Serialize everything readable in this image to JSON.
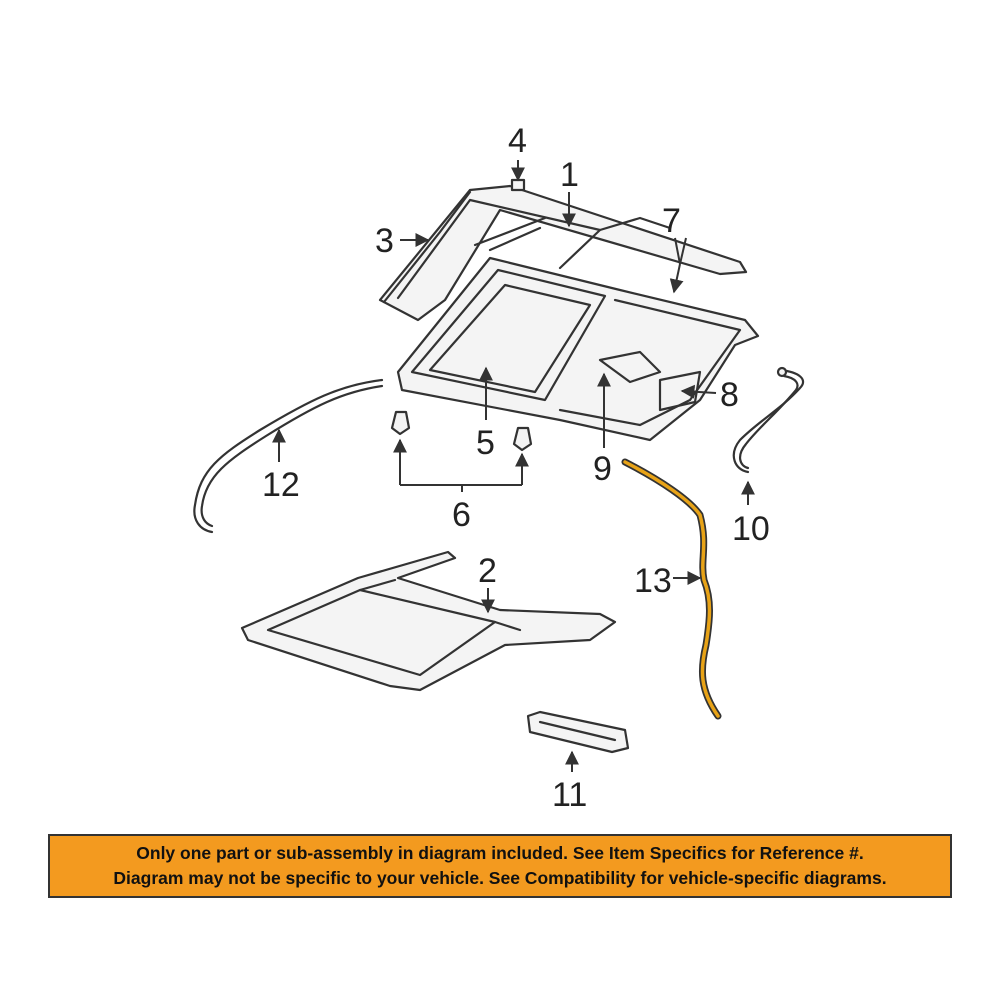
{
  "callouts": {
    "c1": "1",
    "c2": "2",
    "c3": "3",
    "c4": "4",
    "c5": "5",
    "c6": "6",
    "c7": "7",
    "c8": "8",
    "c9": "9",
    "c10": "10",
    "c11": "11",
    "c12": "12",
    "c13": "13"
  },
  "notice": {
    "line1": "Only one part or sub-assembly in diagram included. See Item Specifics for Reference #.",
    "line2": "Diagram may not be specific to your vehicle. See Compatibility for vehicle-specific diagrams."
  },
  "colors": {
    "notice_background": "#f39a1f",
    "highlighted_part": "#e8a317",
    "line_art": "#333333"
  }
}
